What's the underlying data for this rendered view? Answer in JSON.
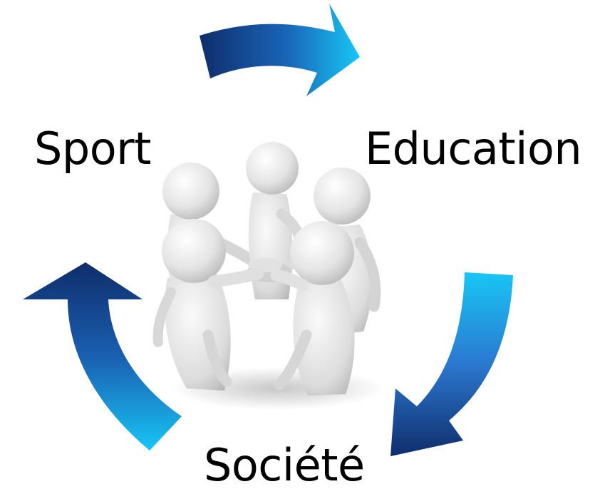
{
  "cycle": {
    "nodes": [
      {
        "label": "Sport"
      },
      {
        "label": "Education"
      },
      {
        "label": "Société"
      }
    ]
  },
  "colors": {
    "arrow_dark": "#0f2d6b",
    "arrow_light": "#18c6f5",
    "text": "#000000",
    "figure": "#e6e6e6"
  },
  "icons": {
    "center_image": "team-huddle-figures-icon",
    "arrows": [
      "cycle-arrow-right",
      "cycle-arrow-down-left",
      "cycle-arrow-up"
    ]
  }
}
